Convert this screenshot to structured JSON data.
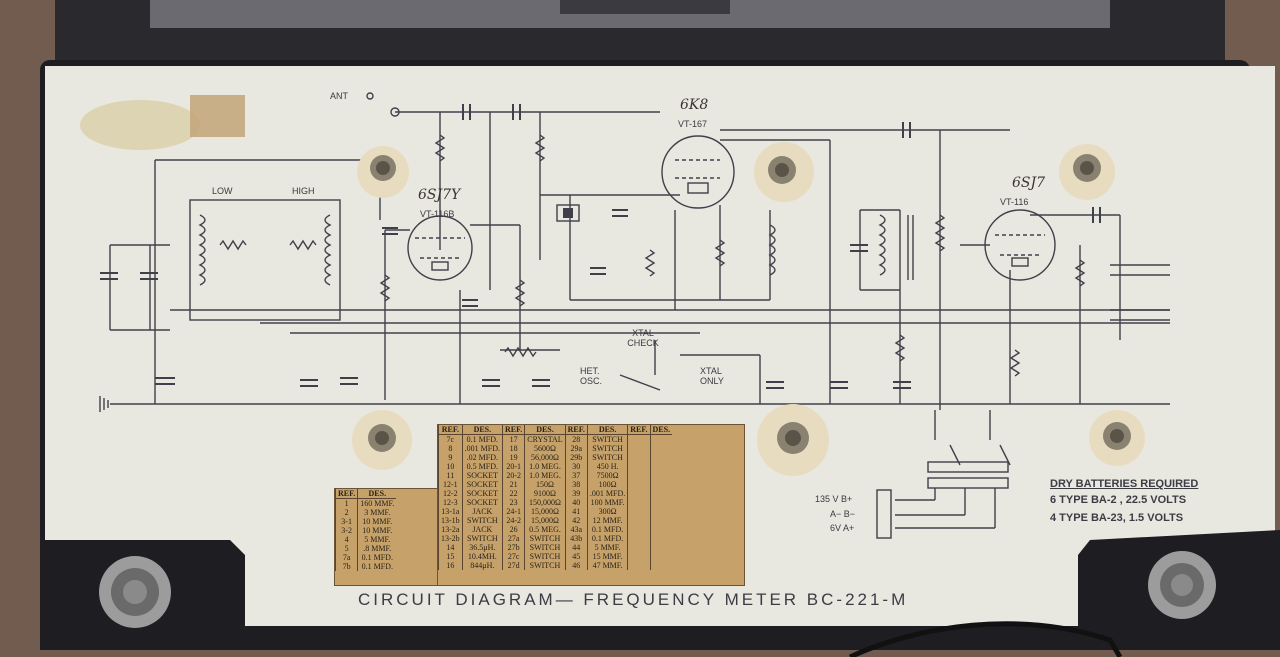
{
  "title": "CIRCUIT DIAGRAM— FREQUENCY METER BC-221-M",
  "batteries": {
    "heading": "DRY BATTERIES REQUIRED",
    "line1": "6 TYPE BA-2 , 22.5 VOLTS",
    "line2": "4 TYPE BA-23, 1.5 VOLTS"
  },
  "tubes": [
    {
      "type": "VT-116B",
      "handwritten": "6SJ7Y"
    },
    {
      "type": "VT-167",
      "handwritten": "6K8"
    },
    {
      "type": "VT-116",
      "handwritten": "6SJ7"
    }
  ],
  "labels": {
    "ant": "ANT",
    "low": "LOW",
    "high": "HIGH",
    "xtal_check": "XTAL CHECK",
    "het_osc": "HET. OSC.",
    "xtal_only": "XTAL ONLY",
    "b_plus": "135 V  B+",
    "a_minus": "A− B−",
    "a_plus": "6V  A+"
  },
  "parts_left": {
    "headers": [
      "REF.",
      "DES."
    ],
    "rows": [
      [
        "1",
        "160 MMF."
      ],
      [
        "2",
        "3 MMF."
      ],
      [
        "3-1",
        "10 MMF."
      ],
      [
        "3-2",
        "10 MMF."
      ],
      [
        "4",
        "5 MMF."
      ],
      [
        "5",
        ".8 MMF."
      ],
      [
        "7a",
        "0.1 MFD."
      ],
      [
        "7b",
        "0.1 MFD."
      ]
    ]
  },
  "parts_right": {
    "headers": [
      "REF.",
      "DES.",
      "REF.",
      "DES.",
      "REF.",
      "DES.",
      "REF.",
      "DES."
    ],
    "rows": [
      [
        "7c",
        "0.1 MFD.",
        "17",
        "CRYSTAL",
        "28",
        "SWITCH",
        "",
        ""
      ],
      [
        "8",
        ".001 MFD.",
        "18",
        "5600Ω",
        "29a",
        "SWITCH",
        "",
        ""
      ],
      [
        "9",
        ".02 MFD.",
        "19",
        "56,000Ω",
        "29b",
        "SWITCH",
        "",
        ""
      ],
      [
        "10",
        "0.5 MFD.",
        "20-1",
        "1.0 MEG.",
        "30",
        "450 H.",
        "",
        ""
      ],
      [
        "11",
        "SOCKET",
        "20-2",
        "1.0 MEG.",
        "37",
        "7500Ω",
        "",
        ""
      ],
      [
        "12-1",
        "SOCKET",
        "21",
        "150Ω",
        "38",
        "100Ω",
        "",
        ""
      ],
      [
        "12-2",
        "SOCKET",
        "22",
        "9100Ω",
        "39",
        ".001 MFD.",
        "",
        ""
      ],
      [
        "12-3",
        "SOCKET",
        "23",
        "150,000Ω",
        "40",
        "100 MMF.",
        "",
        ""
      ],
      [
        "13-1a",
        "JACK",
        "24-1",
        "15,000Ω",
        "41",
        "300Ω",
        "",
        ""
      ],
      [
        "13-1b",
        "SWITCH",
        "24-2",
        "15,000Ω",
        "42",
        "12 MMF.",
        "",
        ""
      ],
      [
        "13-2a",
        "JACK",
        "26",
        "0.5 MEG.",
        "43a",
        "0.1 MFD.",
        "",
        ""
      ],
      [
        "13-2b",
        "SWITCH",
        "27a",
        "SWITCH",
        "43b",
        "0.1 MFD.",
        "",
        ""
      ],
      [
        "14",
        "36.5μH.",
        "27b",
        "SWITCH",
        "44",
        "5 MMF.",
        "",
        ""
      ],
      [
        "15",
        "10.4MH.",
        "27c",
        "SWITCH",
        "45",
        "15 MMF.",
        "",
        ""
      ],
      [
        "16",
        "844μH.",
        "27d",
        "SWITCH",
        "46",
        "47 MMF.",
        "",
        ""
      ]
    ]
  },
  "colors": {
    "panel": "#e7e6df",
    "ink": "#3e3e46",
    "plate": "#c6a26a",
    "case": "#1f1f24",
    "background": "#6e5a4e"
  }
}
